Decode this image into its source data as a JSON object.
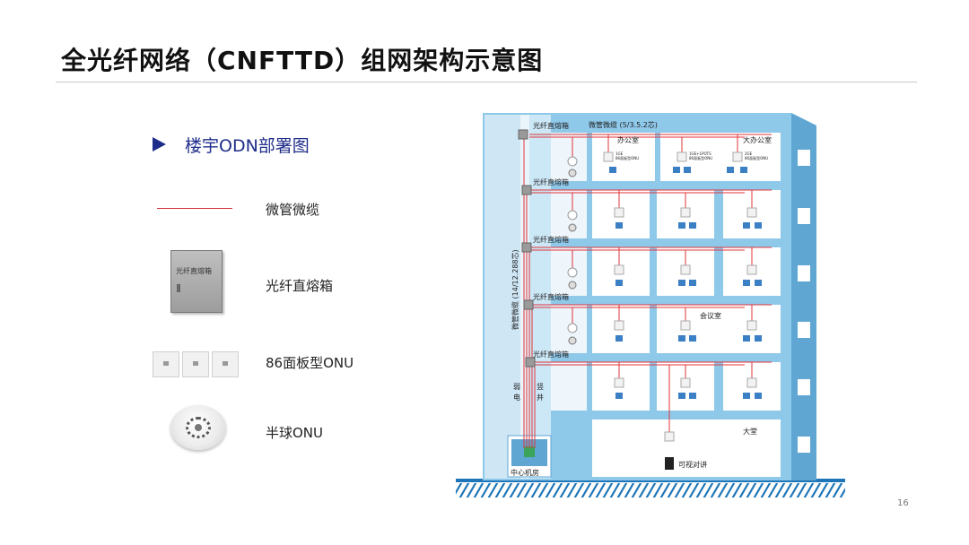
{
  "slide": {
    "title": "全光纤网络（CNFTTD）组网架构示意图",
    "section_title": "楼宇ODN部署图",
    "page_number": "16"
  },
  "legend": {
    "cable_label": "微管微缆",
    "box_label": "光纤直熔箱",
    "box_icon_text": "光纤直熔箱",
    "panel_onu_label": "86面板型ONU",
    "dome_onu_label": "半球ONU"
  },
  "building": {
    "top_cable_label": "微管微缆 (5/3.5.2芯)",
    "riser_cable_label": "微管微缆 (14/12.288芯)",
    "box_labels": [
      "光纤直熔箱",
      "光纤直熔箱",
      "光纤直熔箱",
      "光纤直熔箱",
      "光纤直熔箱"
    ],
    "weak_power_label": [
      "弱",
      "电"
    ],
    "shaft_label": [
      "竖",
      "井"
    ],
    "room_labels": {
      "office": "办公室",
      "large_office": "大办公室",
      "meeting_room": "会议室",
      "lobby": "大堂",
      "intercom": "可视对讲",
      "central_room": "中心机房"
    },
    "onu_captions": {
      "c1": [
        "1GE",
        "86面板型ONU"
      ],
      "c2": [
        "1GE+1POTS",
        "86面板型ONU"
      ],
      "c3": [
        "2GE",
        "86面板型ONU"
      ]
    }
  },
  "colors": {
    "title": "#111111",
    "accent": "#1f2d8a",
    "cable": "#e0343a",
    "building_light": "#cfe6f5",
    "building_mid": "#8fc9ea",
    "building_dark": "#5fa6d2",
    "ground": "#1e76b8"
  }
}
